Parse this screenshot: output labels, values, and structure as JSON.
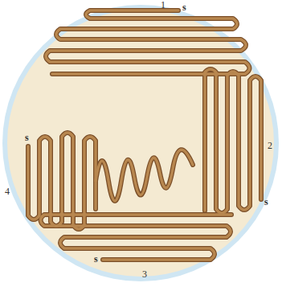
{
  "diagram": {
    "labels": [
      "1",
      "s",
      "2",
      "s",
      "3",
      "s",
      "4",
      "s"
    ]
  }
}
